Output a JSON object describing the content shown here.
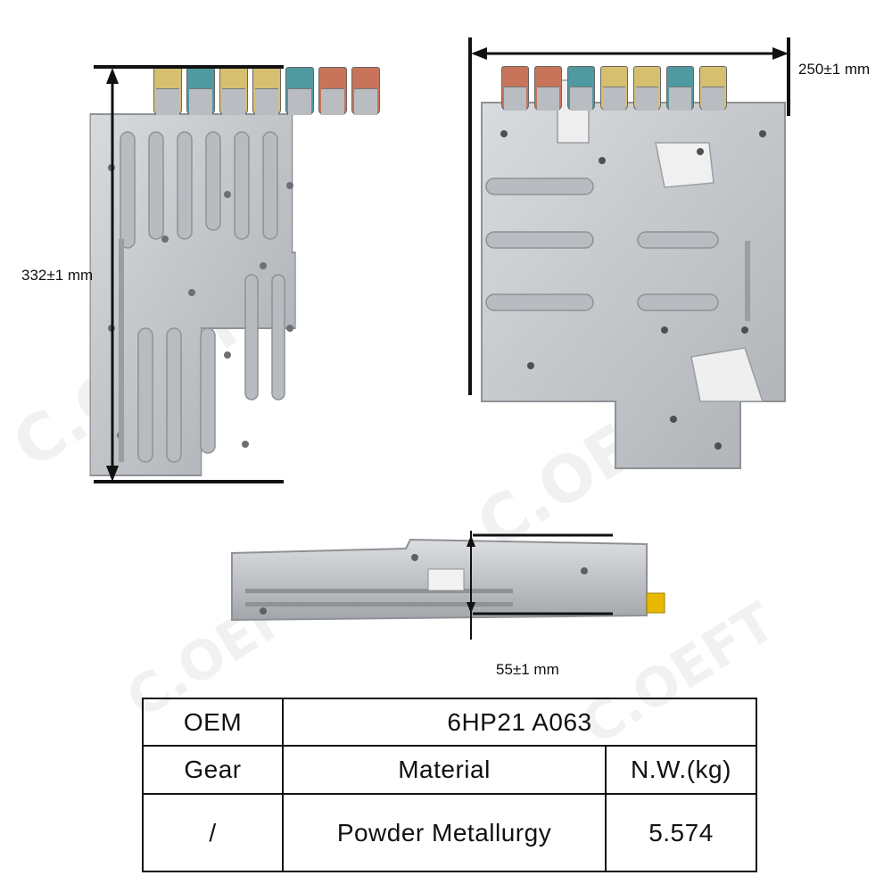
{
  "watermark": "C.OEFT",
  "dimensions": {
    "height": "332±1 mm",
    "width": "250±1 mm",
    "thickness": "55±1 mm"
  },
  "spec_table": {
    "oem_label": "OEM",
    "oem_value": "6HP21 A063",
    "headers": {
      "gear": "Gear",
      "material": "Material",
      "weight": "N.W.(kg)"
    },
    "values": {
      "gear": "/",
      "material": "Powder Metallurgy",
      "weight": "5.574"
    }
  },
  "colors": {
    "metal": "#c4c7ca",
    "metal_dark": "#8e9296",
    "solenoid_yellow": "#d6c070",
    "solenoid_teal": "#4e9aa0",
    "solenoid_orange": "#c8745a",
    "connector_yellow": "#e8b800"
  },
  "solenoids_left": [
    "solenoid_yellow",
    "solenoid_teal",
    "solenoid_yellow",
    "solenoid_yellow",
    "solenoid_teal",
    "solenoid_orange",
    "solenoid_orange"
  ],
  "solenoids_right": [
    "solenoid_orange",
    "solenoid_orange",
    "solenoid_teal",
    "solenoid_yellow",
    "solenoid_yellow",
    "solenoid_teal",
    "solenoid_yellow"
  ]
}
